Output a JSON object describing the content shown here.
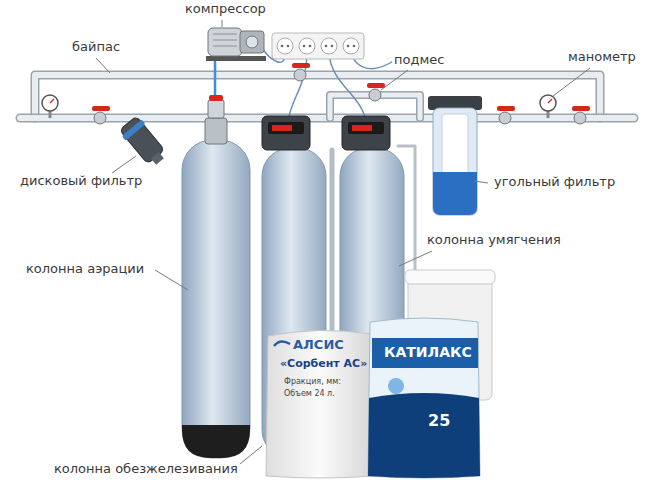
{
  "diagram": {
    "labels": [
      "компрессор",
      "байпас",
      "подмес",
      "манометр",
      "дисковый фильтр",
      "угольный фильтр",
      "колонна умягчения",
      "колонна аэрации",
      "колонна обезжелезивания",
      "АЛСИС",
      "«Сорбент АС»",
      "Фракция, мм:",
      "Объем 24 л.",
      "КАТИЛАКС",
      "25"
    ]
  }
}
